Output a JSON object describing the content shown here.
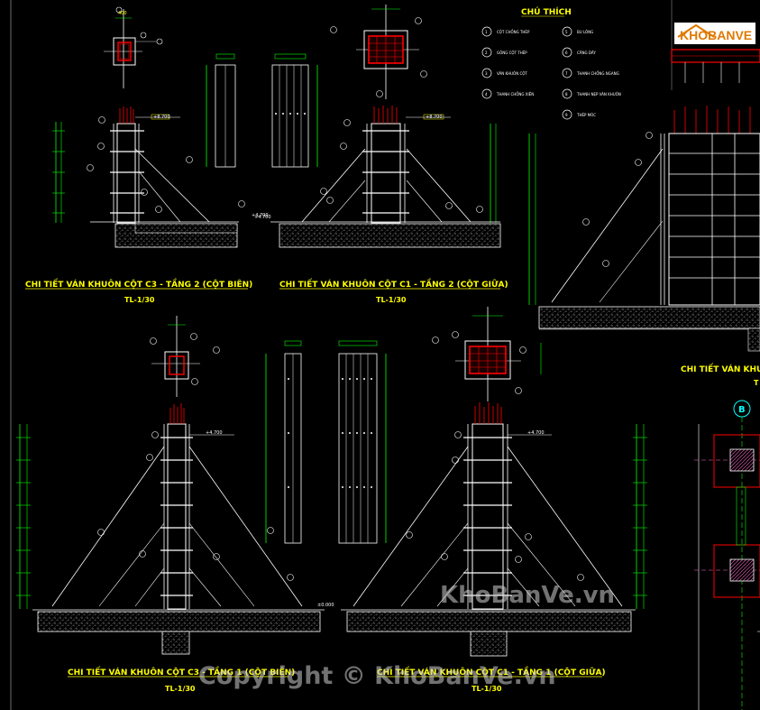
{
  "legend": {
    "title": "CHÚ THÍCH",
    "items_left": [
      {
        "num": "1",
        "text": "CỘT CHỐNG THÉP"
      },
      {
        "num": "2",
        "text": "GÔNG CỘT THÉP"
      },
      {
        "num": "3",
        "text": "VÁN KHUÔN CỘT"
      },
      {
        "num": "4",
        "text": "THANH CHỐNG XIÊN"
      }
    ],
    "items_right": [
      {
        "num": "5",
        "text": "BU LÔNG"
      },
      {
        "num": "6",
        "text": "CĂNG DÂY"
      },
      {
        "num": "7",
        "text": "THANH CHỐNG NGANG"
      },
      {
        "num": "8",
        "text": "THANH NẸP VÁN KHUÔN"
      },
      {
        "num": "9",
        "text": "THÉP MÓC"
      }
    ]
  },
  "captions": {
    "top_left": "CHI TIẾT VÁN KHUÔN CỘT C3 - TẦNG 2 (CỘT BIÊN)",
    "top_left_scale": "TL-1/30",
    "top_mid": "CHI TIẾT VÁN KHUÔN CỘT C1 - TẦNG 2 (CỘT GIỮA)",
    "top_mid_scale": "TL-1/30",
    "right_mid": "CHI TIẾT VÁN KHUÔ",
    "right_mid_scale": "T",
    "bottom_left": "CHI TIẾT VÁN KHUÔN CỘT C3 - TẦNG 1 (CỘT BIÊN)",
    "bottom_left_scale": "TL-1/30",
    "bottom_mid": "CHI TIẾT VÁN KHUÔN CỘT C1 - TẦNG 1 (CỘT GIỮA)",
    "bottom_mid_scale": "TL-1/30"
  },
  "levels": {
    "top_left_upper": "+8.700",
    "top_left_lower": "+4.700",
    "top_mid_upper": "+8.700",
    "top_mid_lower": "+4.700",
    "bottom_left_upper": "+4.700",
    "bottom_mid_upper": "+4.700",
    "bottom_ground": "±0.000"
  },
  "grid_axis": "B",
  "logo": {
    "text": "KHOBANVE"
  },
  "watermarks": {
    "site": "KhoBanVe.vn",
    "copyright": "Copyright © KhoBanVe.vn"
  },
  "colors": {
    "background": "#000000",
    "annotation": "#ffff00",
    "dimension": "#00ff00",
    "rebar": "#ff0000",
    "line": "#ffffff",
    "callout": "#00ffff"
  }
}
